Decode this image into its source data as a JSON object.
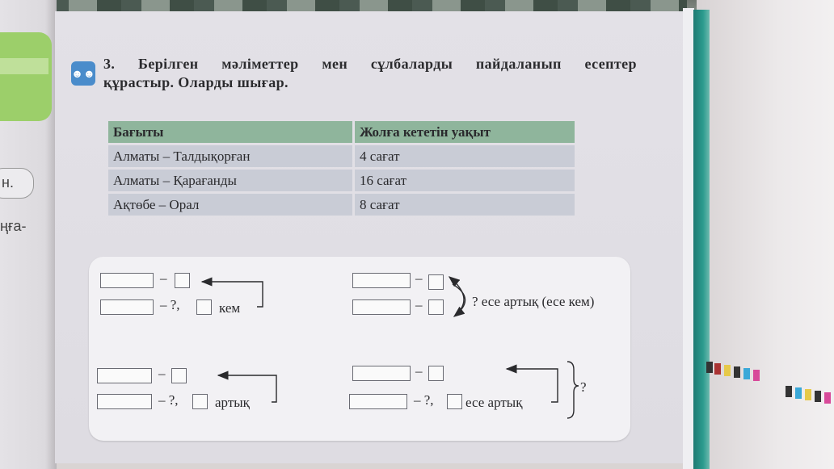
{
  "side_text": {
    "left_pill": "н.",
    "left_fragment": "ңға-"
  },
  "task": {
    "number": "3.",
    "words": [
      "Берілген",
      "мәліметтер",
      "мен",
      "сұлбаларды",
      "пайдаланып",
      "есептер"
    ],
    "line2": "құрастыр. Оларды шығар."
  },
  "table": {
    "headers": [
      "Бағыты",
      "Жолға кететін уақыт"
    ],
    "rows": [
      [
        "Алматы – Талдықорған",
        "4 сағат"
      ],
      [
        "Алматы – Қарағанды",
        "16 сағат"
      ],
      [
        "Ақтөбе – Орал",
        "8 сағат"
      ]
    ]
  },
  "schemes": {
    "dash": "–",
    "less_by_label": "– ?,",
    "less_by_word": "кем",
    "more_by_word": "артық",
    "times_question": "? есе артық (есе кем)",
    "times_more_word": "есе артық",
    "question": "?"
  },
  "colors": {
    "table_header": "#8fb59c",
    "table_cell": "#c9ccd6",
    "icon": "#4a8ccb",
    "tab": "#9ccf6a"
  }
}
